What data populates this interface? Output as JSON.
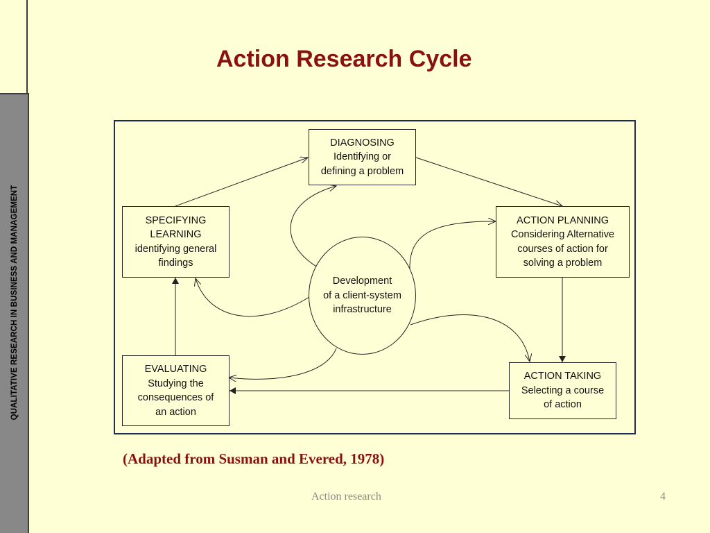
{
  "sidebar": {
    "label": "QUALITATIVE RESEARCH IN BUSINESS AND MANAGEMENT"
  },
  "slide": {
    "title": "Action Research Cycle"
  },
  "diagram": {
    "nodes": {
      "diagnosing": [
        "DIAGNOSING",
        "Identifying or",
        "defining a problem"
      ],
      "action_planning": [
        "ACTION PLANNING",
        "Considering Alternative",
        "courses of action for",
        "solving a problem"
      ],
      "action_taking": [
        "ACTION TAKING",
        "Selecting a course",
        "of action"
      ],
      "evaluating": [
        "EVALUATING",
        "Studying the",
        "consequences of",
        "an action"
      ],
      "specifying_learning": [
        "SPECIFYING",
        "LEARNING",
        "identifying general",
        "findings"
      ],
      "center": [
        "Development",
        "of a client-system",
        "infrastructure"
      ]
    }
  },
  "caption": "(Adapted from Susman and Evered, 1978)",
  "footer": {
    "text": "Action research",
    "page_number": "4"
  }
}
